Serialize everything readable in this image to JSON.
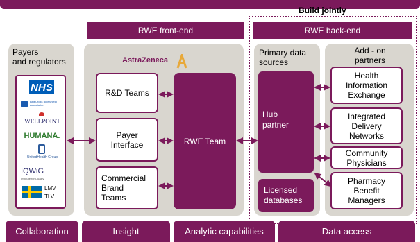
{
  "top_banner": "",
  "build_jointly": "Build jointly",
  "front_end_header": "RWE front-end",
  "back_end_header": "RWE back-end",
  "payers_title": "Payers\nand regulators",
  "payer_logos": {
    "nhs": "NHS",
    "bcbs": "BlueCross BlueShield Association",
    "wellpoint": "WELLPOINT",
    "humana": "HUMANA.",
    "unitedhealth": "UnitedHealth Group",
    "iqwig": "IQWiG",
    "iqwig_sub": "Institute for Quality",
    "lmv": "LMV",
    "tlv": "TLV"
  },
  "astrazeneca_logo": "AstraZeneca",
  "rd_teams": "R&D Teams",
  "payer_interface": "Payer\nInterface",
  "commercial_brand": "Commercial\nBrand\nTeams",
  "rwe_team": "RWE Team",
  "primary_sources": "Primary data\nsources",
  "hub_partner": "Hub\npartner",
  "licensed_db": "Licensed\ndatabases",
  "addon_title": "Add - on\npartners",
  "partners": [
    "Health\nInformation\nExchange",
    "Integrated\nDelivery\nNetworks",
    "Community\nPhysicians",
    "Pharmacy\nBenefit\nManagers"
  ],
  "footer_tabs": [
    "Collaboration",
    "Insight",
    "Analytic capabilities",
    "Data access"
  ],
  "colors": {
    "plum": "#7b1a5b",
    "grey": "#d9d6cf",
    "nhs_blue": "#005eb8",
    "sweden_blue": "#006aa7",
    "sweden_yellow": "#fecc00"
  }
}
